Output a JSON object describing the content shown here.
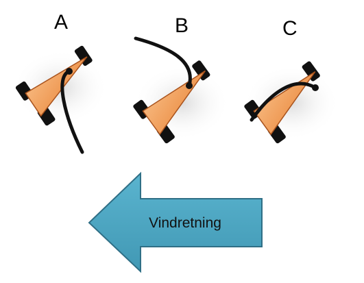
{
  "panels": [
    {
      "label": "A"
    },
    {
      "label": "B"
    },
    {
      "label": "C"
    }
  ],
  "wind_arrow": {
    "label": "Vindretning",
    "direction": "left"
  },
  "colors": {
    "cone_fill": "#ef9a55",
    "cone_stroke": "#a8521c",
    "wheel": "#111111",
    "sheet_line": "#111111",
    "arrow_fill": "#4fa8c3",
    "arrow_stroke": "#2f6f86"
  }
}
